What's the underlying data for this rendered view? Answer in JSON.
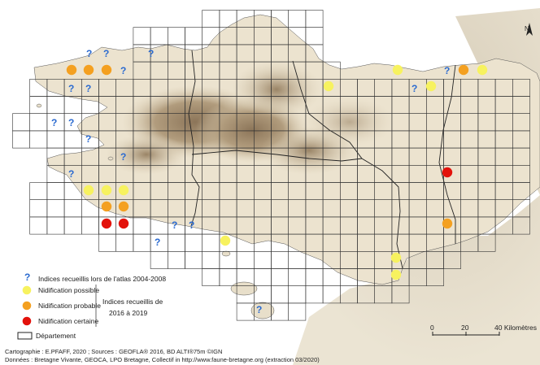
{
  "legend": {
    "items": [
      {
        "symbol": "question",
        "label": "Indices recueillis lors de l'atlas 2004-2008",
        "color": "#2a6ad0"
      },
      {
        "symbol": "dot",
        "label": "Nidification possible",
        "color": "#f7f25f"
      },
      {
        "symbol": "dot",
        "label": "Nidification probable",
        "color": "#f4a020"
      },
      {
        "symbol": "dot",
        "label": "Nidification certaine",
        "color": "#e3120b"
      }
    ],
    "period_line1": "Indices recueillis de",
    "period_line2": "2016 à 2019",
    "department_label": "Département"
  },
  "north_label": "N",
  "scale": {
    "labels": [
      "0",
      "20",
      "40 Kilomètres"
    ]
  },
  "credits": {
    "line1": "Cartographie : E.PFAFF, 2020 ; Sources : GEOFLA® 2016, BD ALTI®75m ©IGN",
    "line2": "Données : Bretagne Vivante, GEOCA, LPO Bretagne, Collectif in http://www.faune-bretagne.org (extraction 03/2020)"
  },
  "colors": {
    "sea": "#ffffff",
    "land_low": "#efe7d5",
    "land_mid": "#c9b799",
    "land_high": "#8c7559",
    "outside": "#dedfe0",
    "grid": "#333333",
    "question": "#2a6ad0",
    "possible": "#f7f25f",
    "probable": "#f4a020",
    "certaine": "#e3120b"
  }
}
